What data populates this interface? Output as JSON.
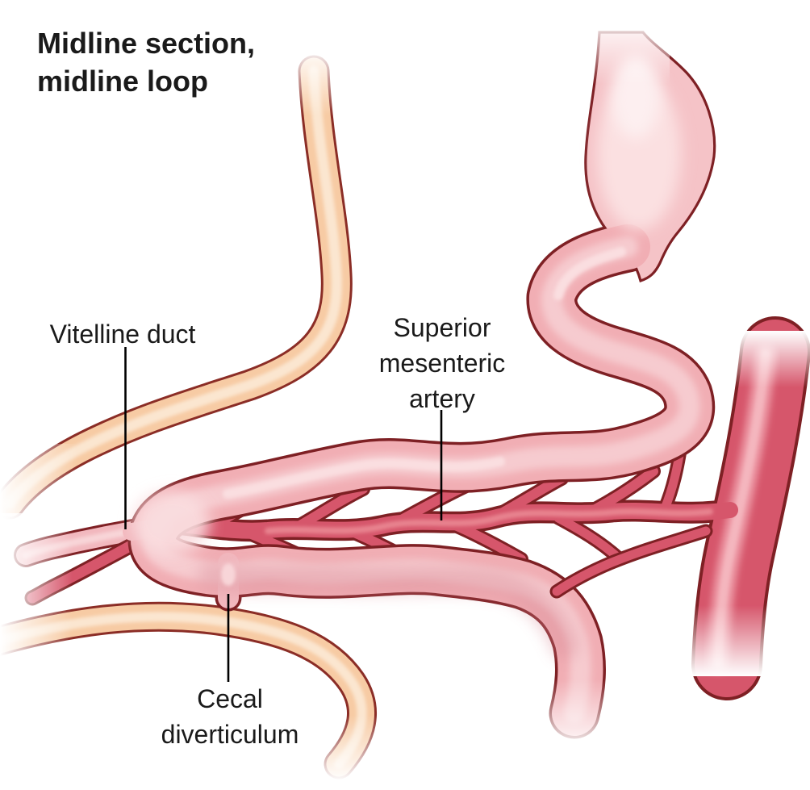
{
  "figure": {
    "title": "Midline section,\nmidline loop",
    "labels": {
      "vitelline_duct": "Vitelline duct",
      "superior_mesenteric_artery": "Superior\nmesenteric\nartery",
      "cecal_diverticulum": "Cecal\ndiverticulum"
    },
    "colors": {
      "bg": "#FFFFFF",
      "outline": "#7E2024",
      "outline_tan": "#8B2D26",
      "tan": "#F7CBA4",
      "tan_light": "#FBE6D0",
      "gut_pink": "#F1AEB4",
      "gut_pink_light": "#F6CBCF",
      "gut_pink_lighter": "#FADEE0",
      "gut_pink_shade": "#D98C98",
      "stomach_fill": "#F5C3C7",
      "stomach_light": "#FBE0E1",
      "stomach_lighter": "#FDEFF0",
      "artery": "#D6566B",
      "artery_light": "#E8838F",
      "aorta_light": "#EE9CA8",
      "aorta_lighter": "#F4B6BE",
      "duct_fill": "#F2B8BE",
      "duct_light": "#F8D5D8",
      "text": "#1A1A1A",
      "leader": "#000000"
    }
  }
}
